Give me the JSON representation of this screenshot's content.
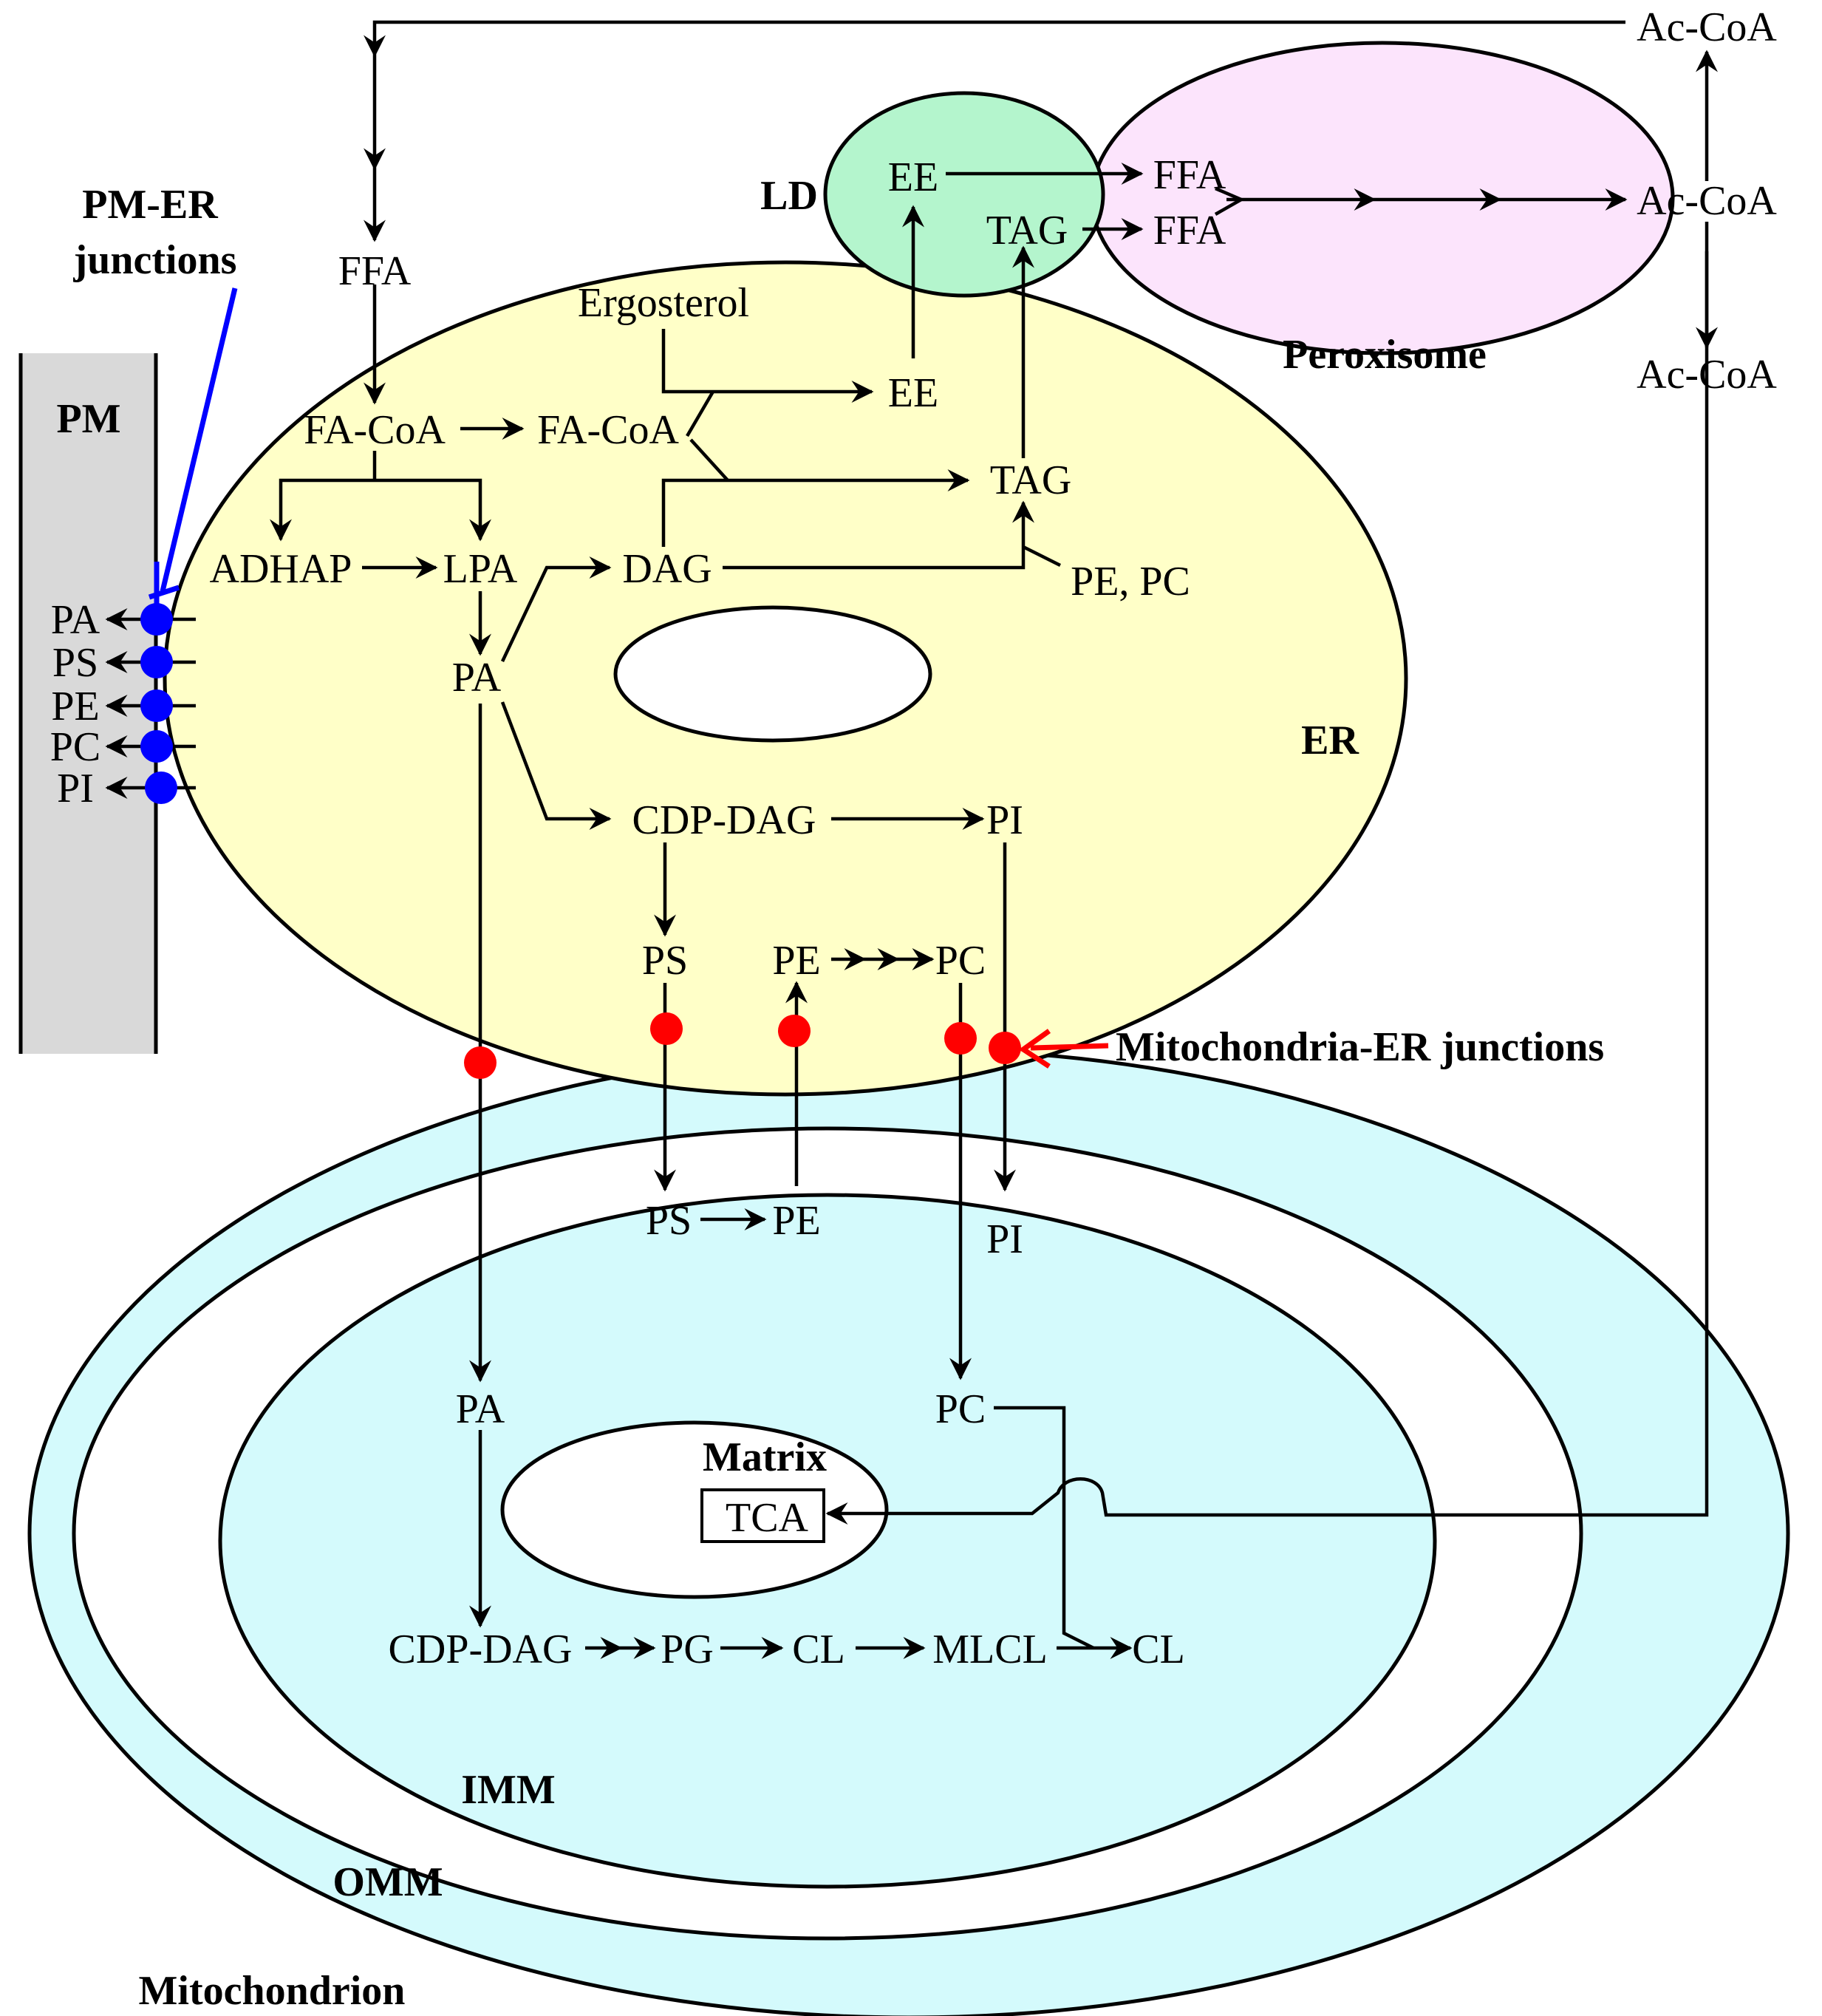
{
  "colors": {
    "pm": "#d9d9d9",
    "er": "#ffffc8",
    "mito": "#d4fafc",
    "lipid_droplet": "#b4f5cd",
    "peroxisome": "#fce4fc",
    "pm_er_junction": "#0000ff",
    "mito_er_junction": "#ff0000",
    "line": "#000000"
  },
  "labels": {
    "pm_er_junctions": [
      "PM-ER",
      "junctions"
    ],
    "pm": "PM",
    "ld": "LD",
    "peroxisome": "Peroxisome",
    "er": "ER",
    "mito_er_junctions": "Mitochondria-ER junctions",
    "matrix": "Matrix",
    "imm": "IMM",
    "omm": "OMM",
    "mitochondrion": "Mitochondrion"
  },
  "metabolites": {
    "acoa_top": "Ac-CoA",
    "acoa_mid": "Ac-CoA",
    "acoa_low": "Ac-CoA",
    "ffa_pex1": "FFA",
    "ffa_pex2": "FFA",
    "ee_ld": "EE",
    "tag_ld": "TAG",
    "ffa": "FFA",
    "ergosterol": "Ergosterol",
    "ee_er": "EE",
    "facoa1": "FA-CoA",
    "facoa2": "FA-CoA",
    "tag_er": "TAG",
    "adhap": "ADHAP",
    "lpa": "LPA",
    "dag": "DAG",
    "pepc": "PE, PC",
    "pa_er": "PA",
    "cdpdag_er": "CDP-DAG",
    "pi_er": "PI",
    "ps_er": "PS",
    "pe_er": "PE",
    "pc_er": "PC",
    "ps_m": "PS",
    "pe_m": "PE",
    "pi_m": "PI",
    "pa_m": "PA",
    "pc_m": "PC",
    "tca": "TCA",
    "cdpdag_m": "CDP-DAG",
    "pg": "PG",
    "cl1": "CL",
    "mlcl": "MLCL",
    "cl2": "CL"
  },
  "pm_lipids": [
    "PA",
    "PS",
    "PE",
    "PC",
    "PI"
  ]
}
